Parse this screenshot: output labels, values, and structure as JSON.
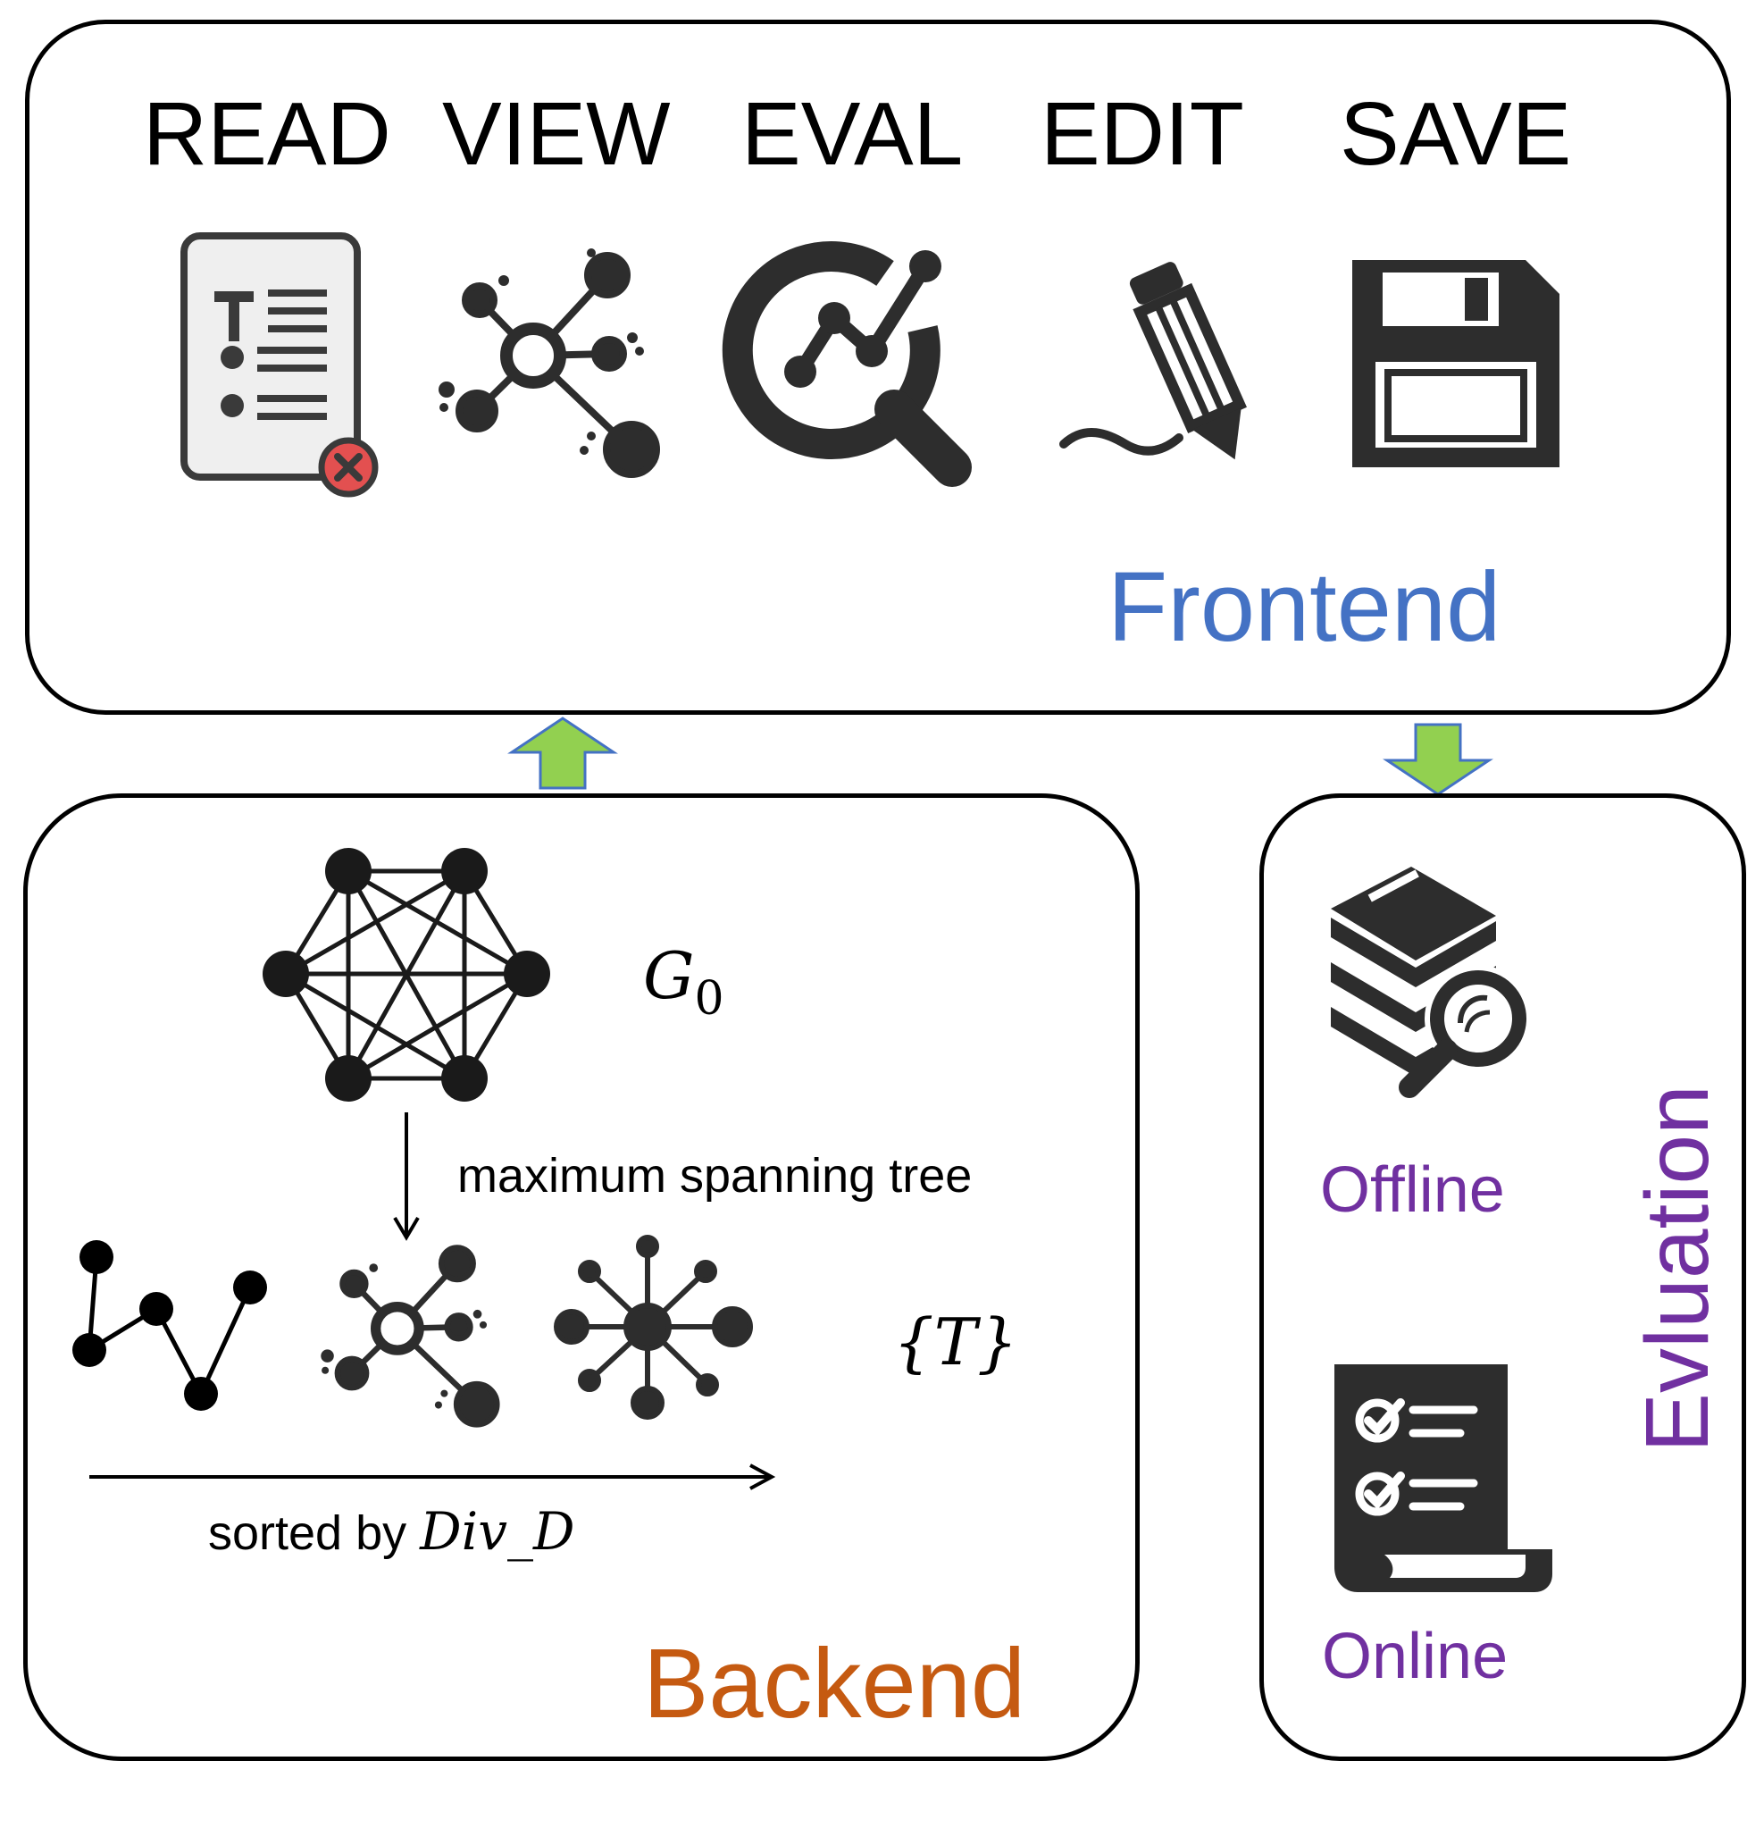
{
  "frontend": {
    "title": "Frontend",
    "title_color": "#4472c4",
    "steps": [
      {
        "label": "READ",
        "icon": "document-text-icon"
      },
      {
        "label": "VIEW",
        "icon": "network-graph-icon"
      },
      {
        "label": "EVAL",
        "icon": "search-chart-icon"
      },
      {
        "label": "EDIT",
        "icon": "pencil-icon"
      },
      {
        "label": "SAVE",
        "icon": "floppy-disk-icon"
      }
    ]
  },
  "backend": {
    "title": "Backend",
    "title_color": "#c55a11",
    "graph_label": "G",
    "graph_subscript": "0",
    "edge_label": "maximum spanning tree",
    "trees_label": "{T}",
    "sort_label": "sorted by",
    "sort_metric": "Div_D"
  },
  "evaluation": {
    "title": "Evluation",
    "title_color": "#7030a0",
    "offline_label": "Offline",
    "online_label": "Online"
  },
  "arrows": {
    "up_color": "#92d050",
    "down_color": "#92d050",
    "outline_color": "#4472c4"
  }
}
